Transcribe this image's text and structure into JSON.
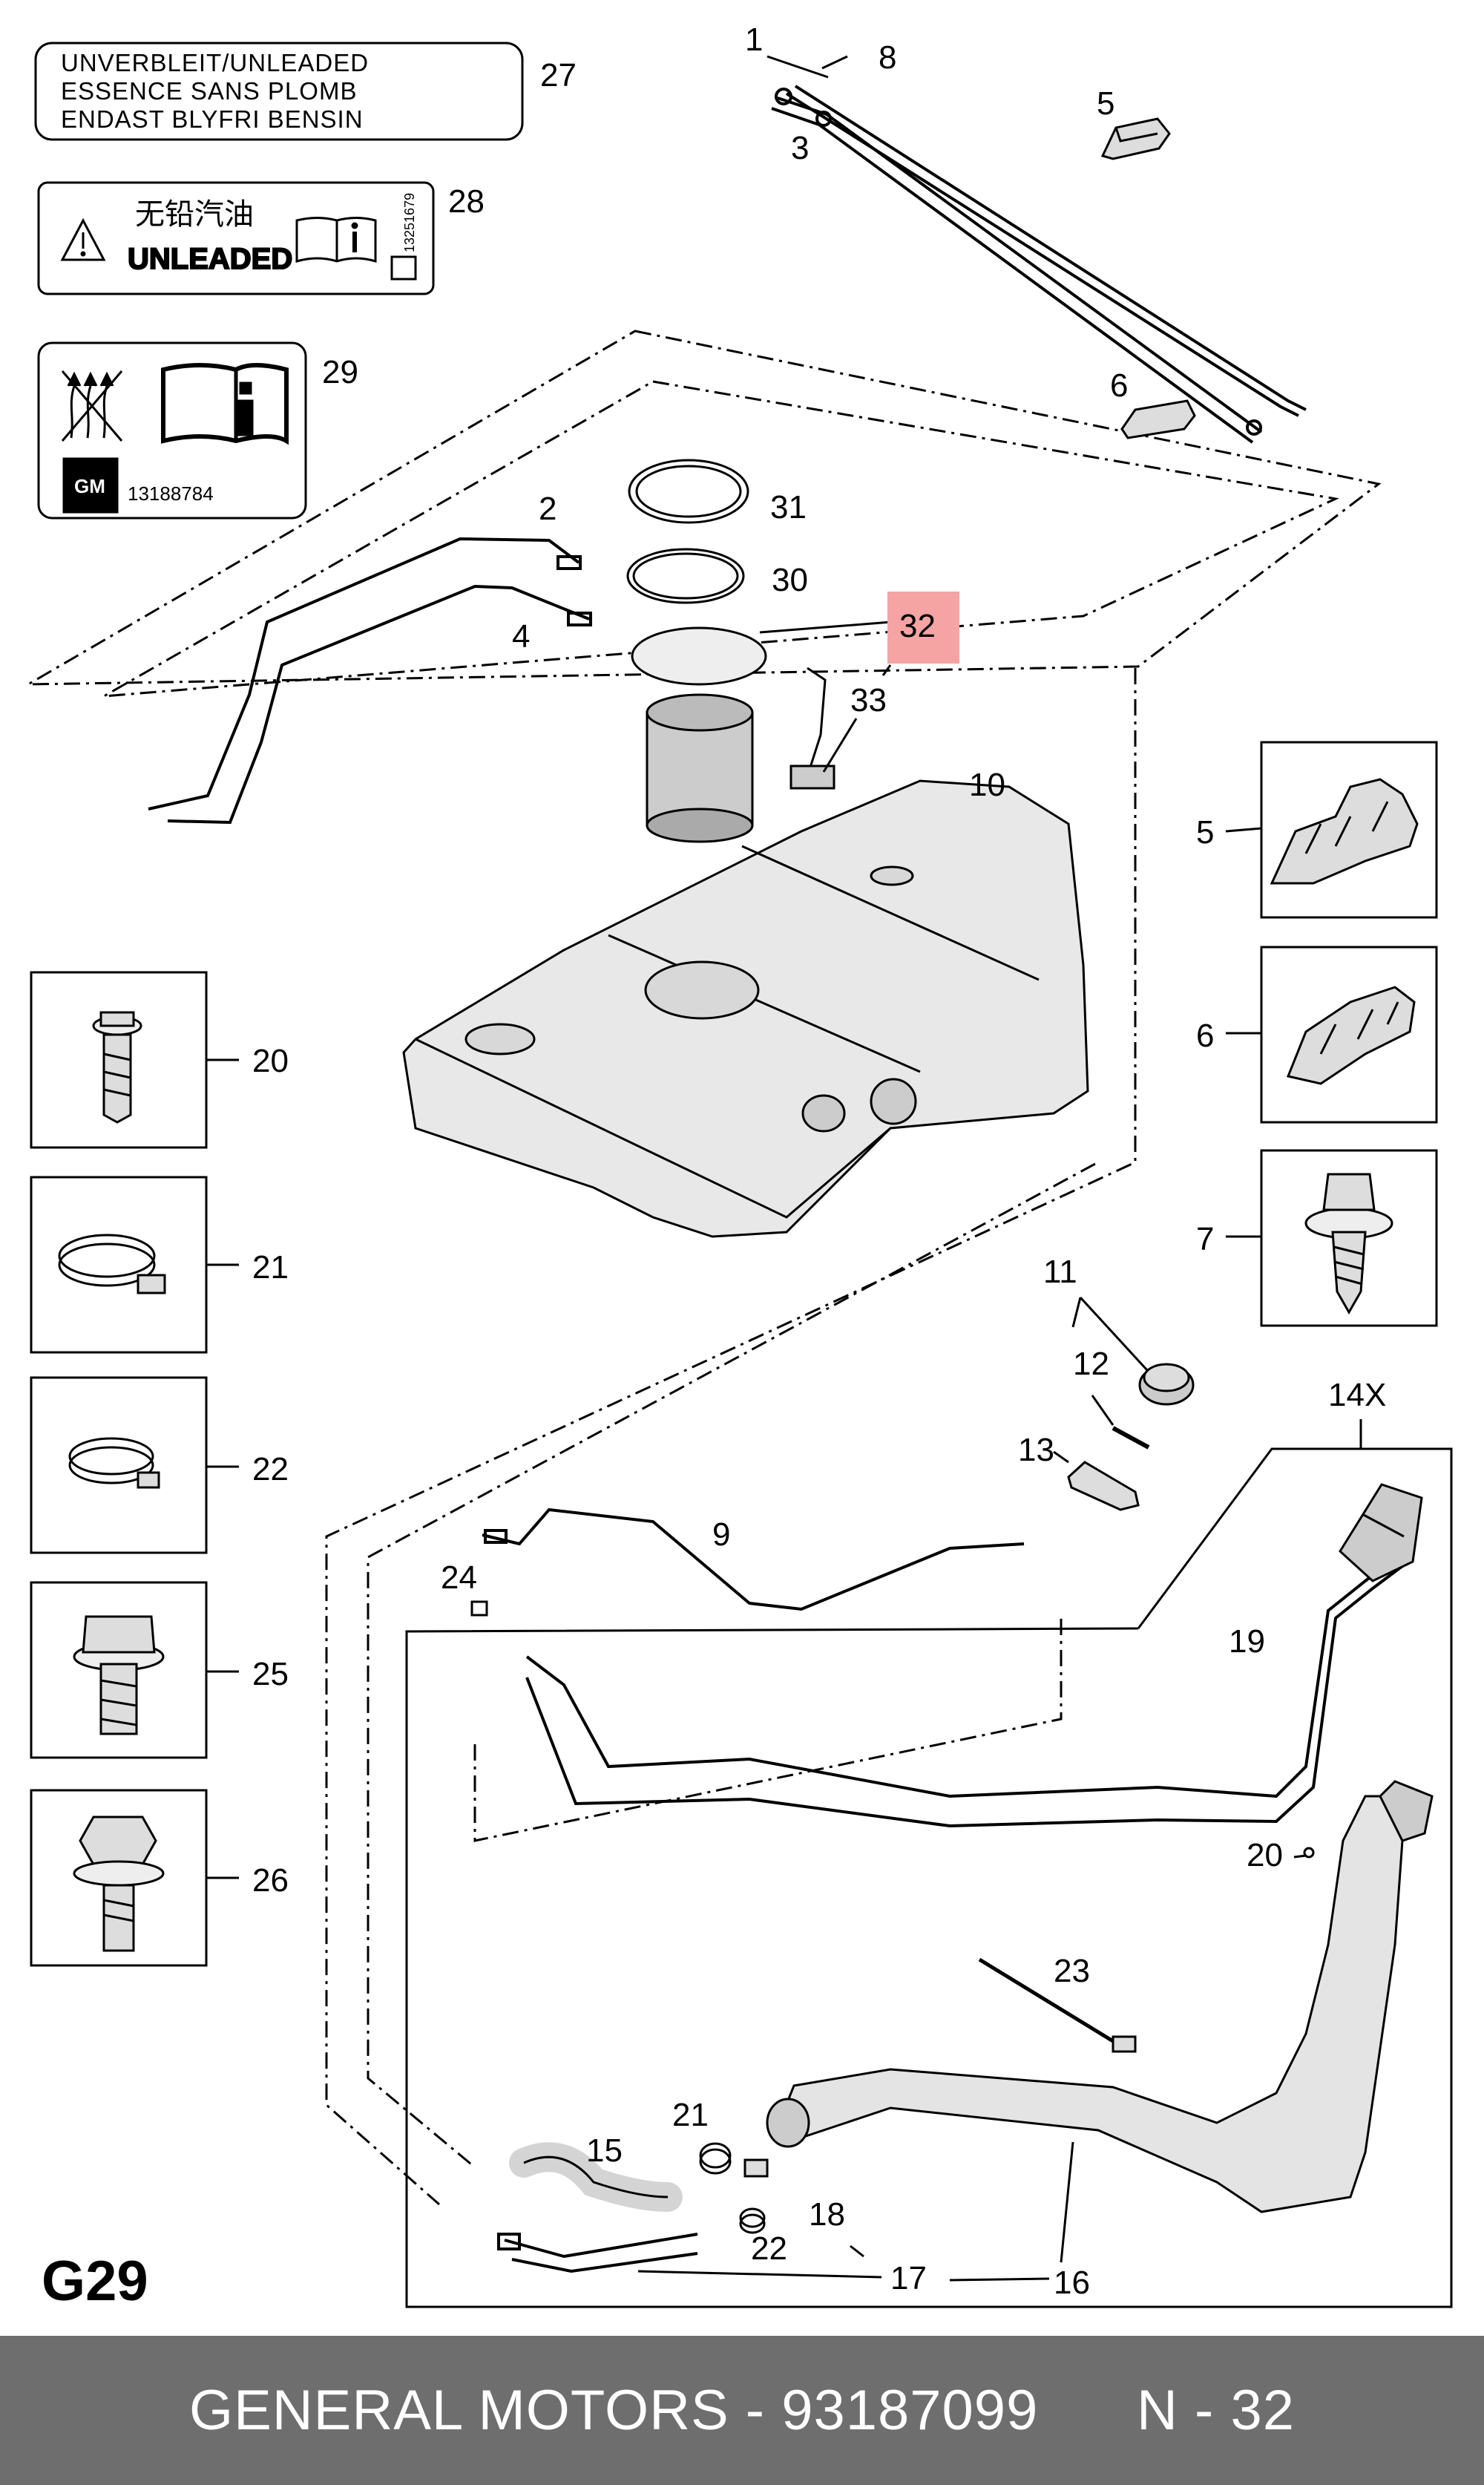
{
  "footer": {
    "brand": "GENERAL MOTORS",
    "separator": " - ",
    "part_number": "93187099",
    "page_ref": "N - 32"
  },
  "sheet_code": "G29",
  "highlight_color": "#f5a3a3",
  "labels": {
    "label_27_lines": [
      "UNVERBLEIT/UNLEADED",
      "ESSENCE SANS PLOMB",
      "ENDAST BLYFRI BENSIN"
    ],
    "label_28_chinese": "无铅汽油",
    "label_28_text": "UNLEADED",
    "label_28_code": "13251679",
    "label_29_logo": "GM",
    "label_29_code": "13188784"
  },
  "callouts": {
    "c1": "1",
    "c2": "2",
    "c3": "3",
    "c4": "4",
    "c5": "5",
    "c6": "6",
    "c7": "7",
    "c8": "8",
    "c9": "9",
    "c10": "10",
    "c11": "11",
    "c12": "12",
    "c13": "13",
    "c14": "14X",
    "c15": "15",
    "c16": "16",
    "c17": "17",
    "c18": "18",
    "c19": "19",
    "c20": "20",
    "c21": "21",
    "c22": "22",
    "c23": "23",
    "c24": "24",
    "c25": "25",
    "c26": "26",
    "c27": "27",
    "c28": "28",
    "c29": "29",
    "c30": "30",
    "c31": "31",
    "c32": "32",
    "c33": "33"
  },
  "icons": [
    "warning-icon",
    "manual-book-icon",
    "no-flame-icon",
    "gm-logo-icon"
  ]
}
